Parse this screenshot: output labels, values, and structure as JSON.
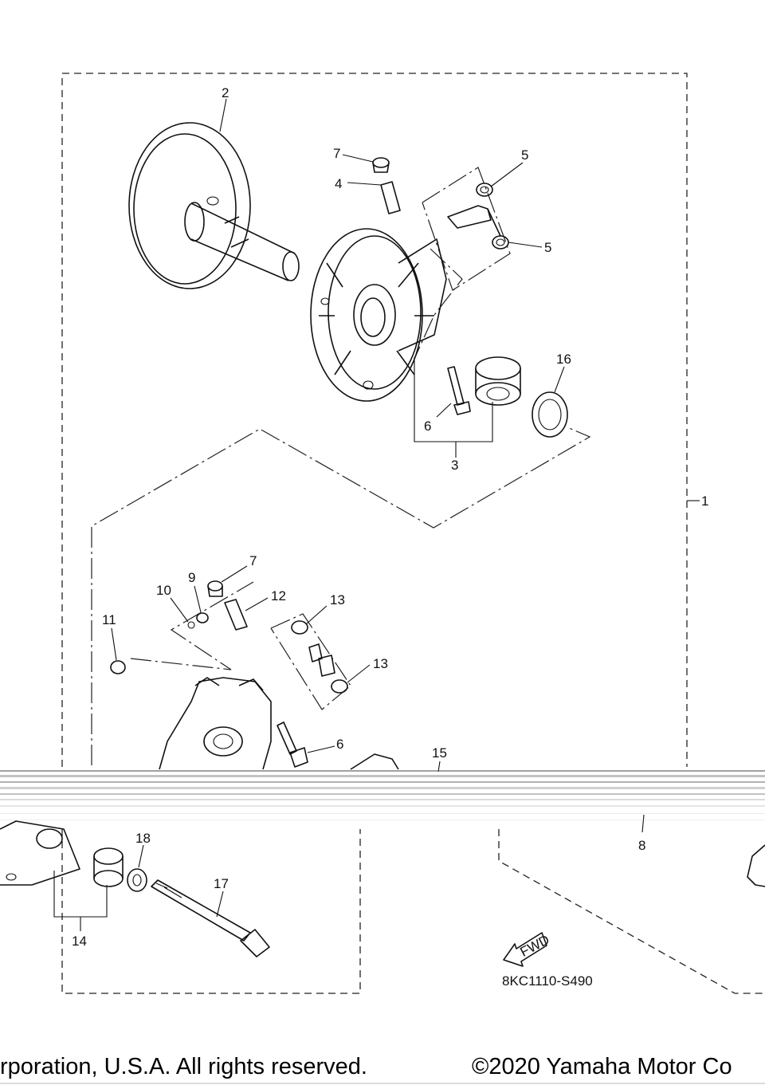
{
  "diagram": {
    "callouts": {
      "c1": "1",
      "c2": "2",
      "c3": "3",
      "c4": "4",
      "c5a": "5",
      "c5b": "5",
      "c6a": "6",
      "c6b": "6",
      "c7a": "7",
      "c7b": "7",
      "c8": "8",
      "c9": "9",
      "c10": "10",
      "c11": "11",
      "c12": "12",
      "c13a": "13",
      "c13b": "13",
      "c14": "14",
      "c15": "15",
      "c16": "16",
      "c17": "17",
      "c18": "18"
    },
    "fwd_label": "FWD",
    "drawing_code": "8KC1110-S490"
  },
  "footer": {
    "left": "rporation, U.S.A. All rights reserved.",
    "right": "©2020 Yamaha Motor Co"
  }
}
